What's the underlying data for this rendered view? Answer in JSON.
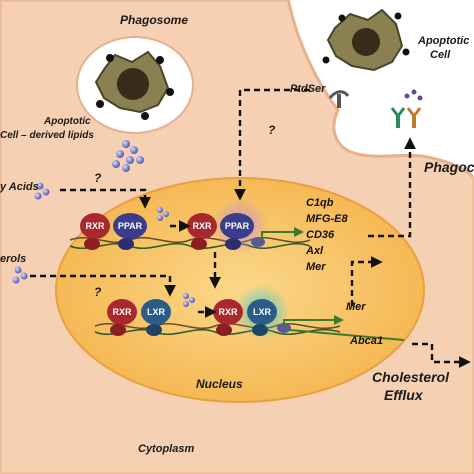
{
  "labels": {
    "phagosome": "Phagosome",
    "apoptotic_cell": "Apoptotic\nCell",
    "apoptotic_lipids": "Apoptotic\nCell – derived lipids",
    "fatty_acids": "y Acids",
    "sterols": "erols",
    "ptdser": "PtdSer",
    "phago": "Phagoc",
    "nucleus": "Nucleus",
    "cytoplasm": "Cytoplasm",
    "cholesterol_efflux": "Cholesterol\nEfflux",
    "question_mark": "?"
  },
  "receptors": {
    "rxr": "RXR",
    "ppar": "PPAR",
    "lxr": "LXR"
  },
  "genes": {
    "ppar_targets": [
      "C1qb",
      "MFG-E8",
      "CD36",
      "Axl",
      "Mer"
    ],
    "lxr_targets": [
      "Mer",
      "Abca1"
    ]
  },
  "colors": {
    "cell": "#f6d0b2",
    "cell_edge": "#e8b898",
    "nucleus": "#f8c060",
    "rxr": "#a9282e",
    "ppar": "#3a3c8c",
    "lxr": "#2a5c88",
    "abca1_text": "#5a3a8a",
    "phago_text": "#223d8a"
  }
}
